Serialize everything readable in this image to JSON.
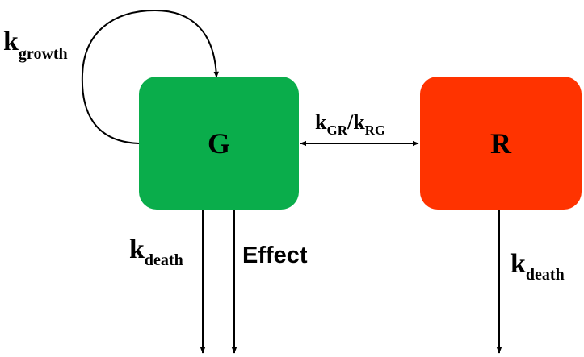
{
  "nodes": {
    "g": {
      "label": "G",
      "color": "#0aad4b"
    },
    "r": {
      "label": "R",
      "color": "#ff3300"
    }
  },
  "rates": {
    "growth": {
      "base": "k",
      "sub": "growth"
    },
    "transition": {
      "base1": "k",
      "sub1": "GR",
      "sep": "/",
      "base2": "k",
      "sub2": "RG"
    },
    "death_g": {
      "base": "k",
      "sub": "death"
    },
    "effect": "Effect",
    "death_r": {
      "base": "k",
      "sub": "death"
    }
  }
}
